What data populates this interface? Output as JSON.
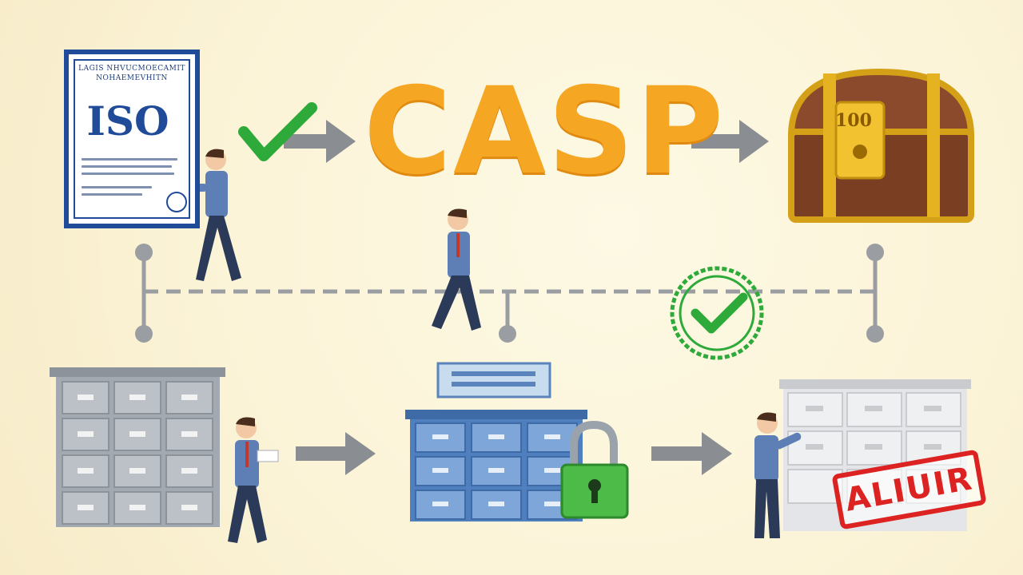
{
  "title": "CASP",
  "certificate": {
    "heading_line1": "LAGIS NHVUCMOECAMIT",
    "heading_line2": "NOHAEMEVHITN",
    "emblem": "ISO"
  },
  "chest": {
    "label": "100"
  },
  "stamp": {
    "text": "ALIUIR"
  },
  "icons": [
    "certificate-icon",
    "checkmark-icon",
    "arrow-right-icon",
    "treasure-chest-icon",
    "person-icon",
    "filing-cabinet-icon",
    "padlock-icon",
    "approved-seal-icon",
    "red-stamp-icon"
  ],
  "colors": {
    "title": "#f5a623",
    "accent_blue": "#1f4b99",
    "check_green": "#2eaa3a",
    "stamp_red": "#dd2222",
    "arrow_gray": "#8a8d91",
    "timeline_gray": "#9a9da1"
  }
}
